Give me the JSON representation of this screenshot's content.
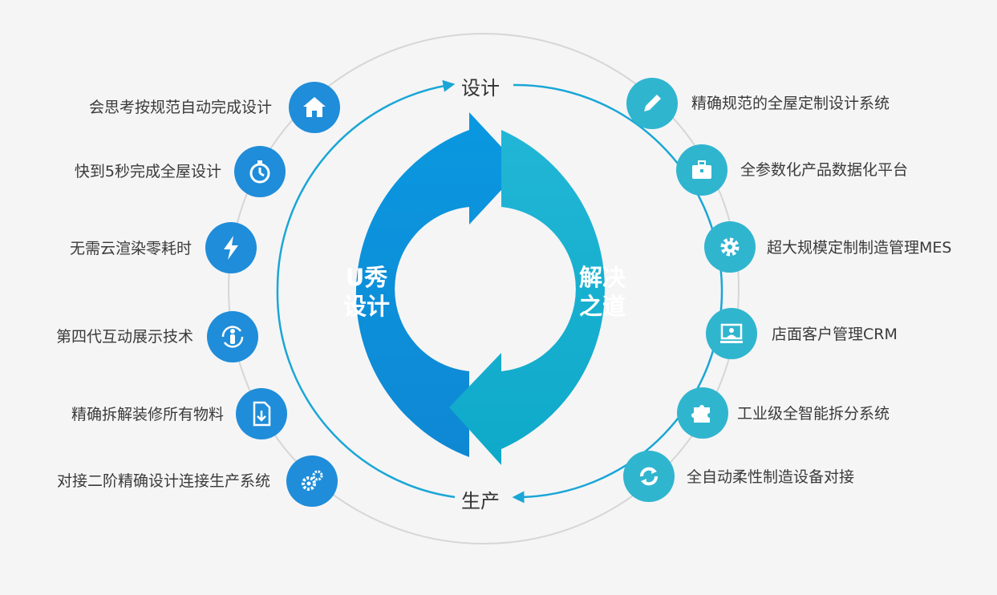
{
  "center": {
    "left_line1": "U秀",
    "left_line2": "设计",
    "right_line1": "解决",
    "right_line2": "之道"
  },
  "cycle": {
    "top_label": "设计",
    "bottom_label": "生产"
  },
  "left_features": [
    {
      "label": "会思考按规范自动完成设计",
      "icon": "home-icon"
    },
    {
      "label": "快到5秒完成全屋设计",
      "icon": "stopwatch-icon"
    },
    {
      "label": "无需云渲染零耗时",
      "icon": "lightning-icon"
    },
    {
      "label": "第四代互动展示技术",
      "icon": "person-rotate-icon"
    },
    {
      "label": "精确拆解装修所有物料",
      "icon": "document-download-icon"
    },
    {
      "label": "对接二阶精确设计连接生产系统",
      "icon": "gears-icon"
    }
  ],
  "right_features": [
    {
      "label": "精确规范的全屋定制设计系统",
      "icon": "pencil-icon"
    },
    {
      "label": "全参数化产品数据化平台",
      "icon": "toolbox-icon"
    },
    {
      "label": "超大规模定制制造管理MES",
      "icon": "gear-icon"
    },
    {
      "label": "店面客户管理CRM",
      "icon": "monitor-user-icon"
    },
    {
      "label": "工业级全智能拆分系统",
      "icon": "puzzle-icon"
    },
    {
      "label": "全自动柔性制造设备对接",
      "icon": "refresh-icon"
    }
  ],
  "colors": {
    "blue": "#1f8dd9",
    "teal": "#30b5cf",
    "arrow_blue": "#0e95dc",
    "arrow_teal": "#1aadcc",
    "ring": "#d3d3d3",
    "text": "#3a3a3a"
  }
}
